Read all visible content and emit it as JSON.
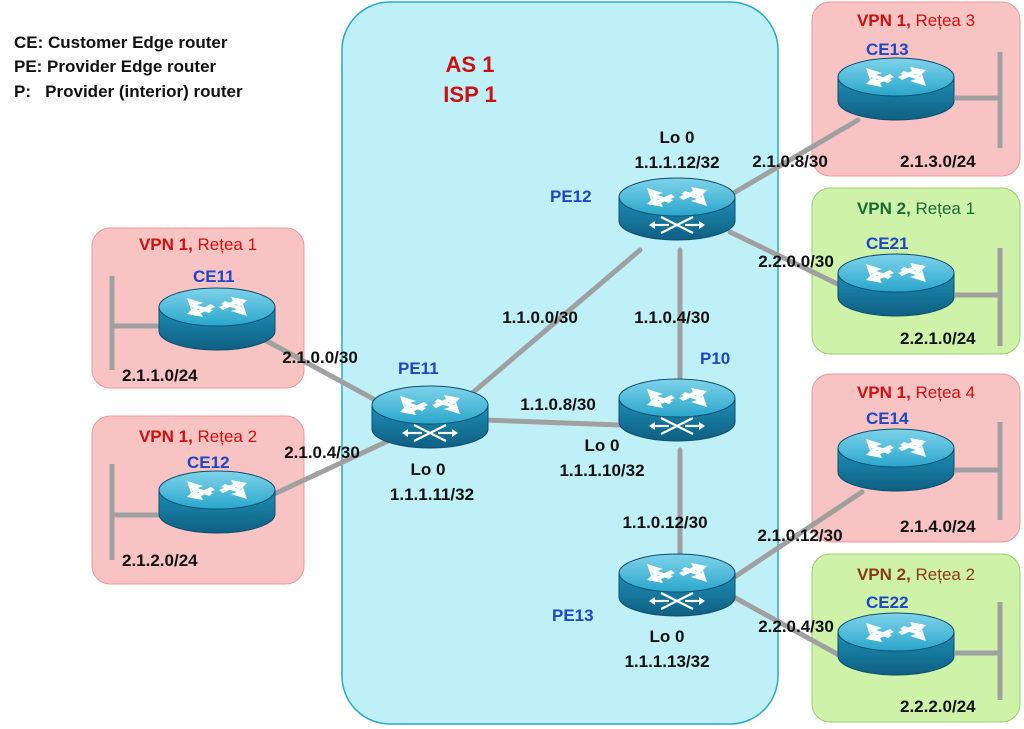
{
  "legend": {
    "ce": "CE: Customer Edge router",
    "pe": "PE: Provider Edge router",
    "p": "P:   Provider (interior) router"
  },
  "as_box": {
    "line1": "AS 1",
    "line2": "ISP 1"
  },
  "routers": {
    "pe11": {
      "name": "PE11",
      "lo_label": "Lo 0",
      "lo_addr": "1.1.1.11/32"
    },
    "pe12": {
      "name": "PE12",
      "lo_label": "Lo 0",
      "lo_addr": "1.1.1.12/32"
    },
    "pe13": {
      "name": "PE13",
      "lo_label": "Lo 0",
      "lo_addr": "1.1.1.13/32"
    },
    "p10": {
      "name": "P10",
      "lo_label": "Lo 0",
      "lo_addr": "1.1.1.10/32"
    },
    "ce11": {
      "name": "CE11"
    },
    "ce12": {
      "name": "CE12"
    },
    "ce13": {
      "name": "CE13"
    },
    "ce14": {
      "name": "CE14"
    },
    "ce21": {
      "name": "CE21"
    },
    "ce22": {
      "name": "CE22"
    }
  },
  "sites": {
    "ce11": {
      "vpn": "VPN 1,",
      "net": " Rețea 1",
      "lan": "2.1.1.0/24"
    },
    "ce12": {
      "vpn": "VPN 1,",
      "net": " Rețea 2",
      "lan": "2.1.2.0/24"
    },
    "ce13": {
      "vpn": "VPN 1,",
      "net": " Rețea 3",
      "lan": "2.1.3.0/24"
    },
    "ce14": {
      "vpn": "VPN 1,",
      "net": " Rețea 4",
      "lan": "2.1.4.0/24"
    },
    "ce21": {
      "vpn": "VPN 2,",
      "net": " Rețea 1",
      "lan": "2.2.1.0/24"
    },
    "ce22": {
      "vpn": "VPN 2,",
      "net": " Rețea 2",
      "lan": "2.2.2.0/24"
    }
  },
  "links": {
    "pe11_pe12": "1.1.0.0/30",
    "pe12_p10": "1.1.0.4/30",
    "pe11_p10": "1.1.0.8/30",
    "p10_pe13": "1.1.0.12/30",
    "ce11_pe11": "2.1.0.0/30",
    "ce12_pe11": "2.1.0.4/30",
    "pe12_ce13": "2.1.0.8/30",
    "pe13_ce14": "2.1.0.12/30",
    "pe12_ce21": "2.2.0.0/30",
    "pe13_ce22": "2.2.0.4/30"
  },
  "colors": {
    "as_fill": "#bff0f8",
    "vpn1_fill": "#f7c3c3",
    "vpn2_fill": "#cdf2a8",
    "link": "#a0a0a0",
    "router_body": "#1f8fb4",
    "router_top": "#5fc3e0"
  },
  "icons": {
    "router": "router-icon",
    "lan": "lan-segment-icon"
  }
}
